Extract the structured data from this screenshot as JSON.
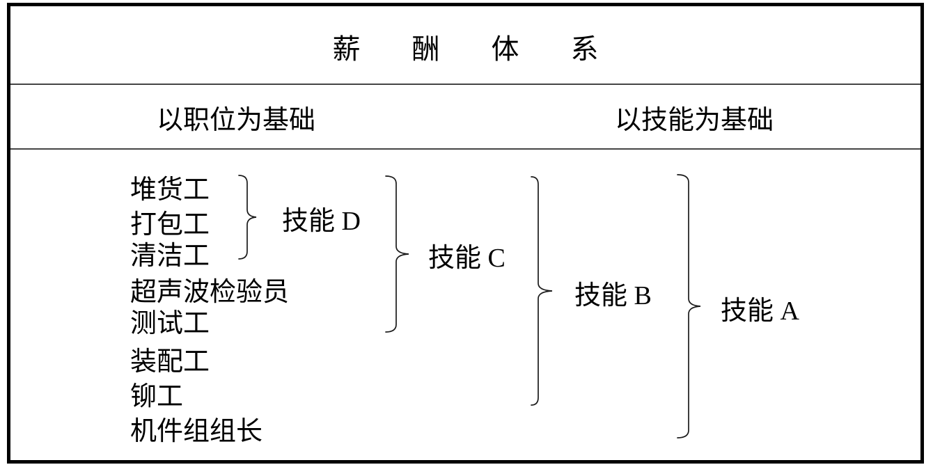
{
  "colors": {
    "background": "#ffffff",
    "border": "#000000",
    "divider": "#444444",
    "text": "#000000"
  },
  "table": {
    "title": "薪酬体系",
    "headers": {
      "left": "以职位为基础",
      "right": "以技能为基础"
    },
    "positions": [
      "堆货工",
      "打包工",
      "清洁工",
      "超声波检验员",
      "测试工",
      "装配工",
      "铆工",
      "机件组组长"
    ],
    "skills": [
      {
        "label": "技能 D",
        "covers": [
          "堆货工",
          "打包工",
          "清洁工"
        ]
      },
      {
        "label": "技能 C",
        "covers": [
          "堆货工",
          "打包工",
          "清洁工",
          "超声波检验员",
          "测试工"
        ]
      },
      {
        "label": "技能 B",
        "covers": [
          "堆货工",
          "打包工",
          "清洁工",
          "超声波检验员",
          "测试工",
          "装配工",
          "铆工"
        ]
      },
      {
        "label": "技能 A",
        "covers": [
          "堆货工",
          "打包工",
          "清洁工",
          "超声波检验员",
          "测试工",
          "装配工",
          "铆工",
          "机件组组长"
        ]
      }
    ]
  }
}
